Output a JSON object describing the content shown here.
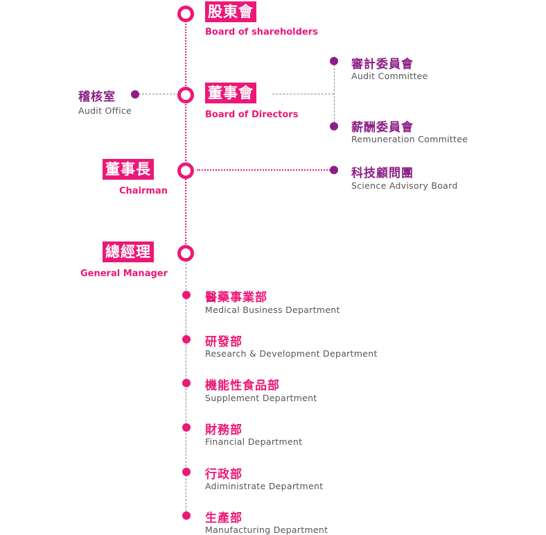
{
  "colors": {
    "primary": "#ec1877",
    "secondary": "#8b1e86",
    "connector_gray": "#8a8a8a",
    "subtext": "#555555"
  },
  "shareholders": {
    "zh": "股東會",
    "en": "Board of shareholders"
  },
  "audit_office": {
    "zh": "稽核室",
    "en": "Audit Office"
  },
  "board": {
    "zh": "董事會",
    "en": "Board of Directors"
  },
  "audit_committee": {
    "zh": "審計委員會",
    "en": "Audit Committee"
  },
  "remuneration_committee": {
    "zh": "薪酬委員會",
    "en": "Remuneration Committee"
  },
  "chairman": {
    "zh": "董事長",
    "en": "Chairman"
  },
  "science_board": {
    "zh": "科技顧問團",
    "en": "Science Advisory Board"
  },
  "general_manager": {
    "zh": "總經理",
    "en": "General Manager"
  },
  "departments": [
    {
      "zh": "醫藥事業部",
      "en": "Medical Business Department"
    },
    {
      "zh": "研發部",
      "en": "Research & Development Department"
    },
    {
      "zh": "機能性食品部",
      "en": "Supplement Department"
    },
    {
      "zh": "財務部",
      "en": "Financial Department"
    },
    {
      "zh": "行政部",
      "en": "Adiministrate Department"
    },
    {
      "zh": "生產部",
      "en": "Manufacturing Department"
    }
  ]
}
